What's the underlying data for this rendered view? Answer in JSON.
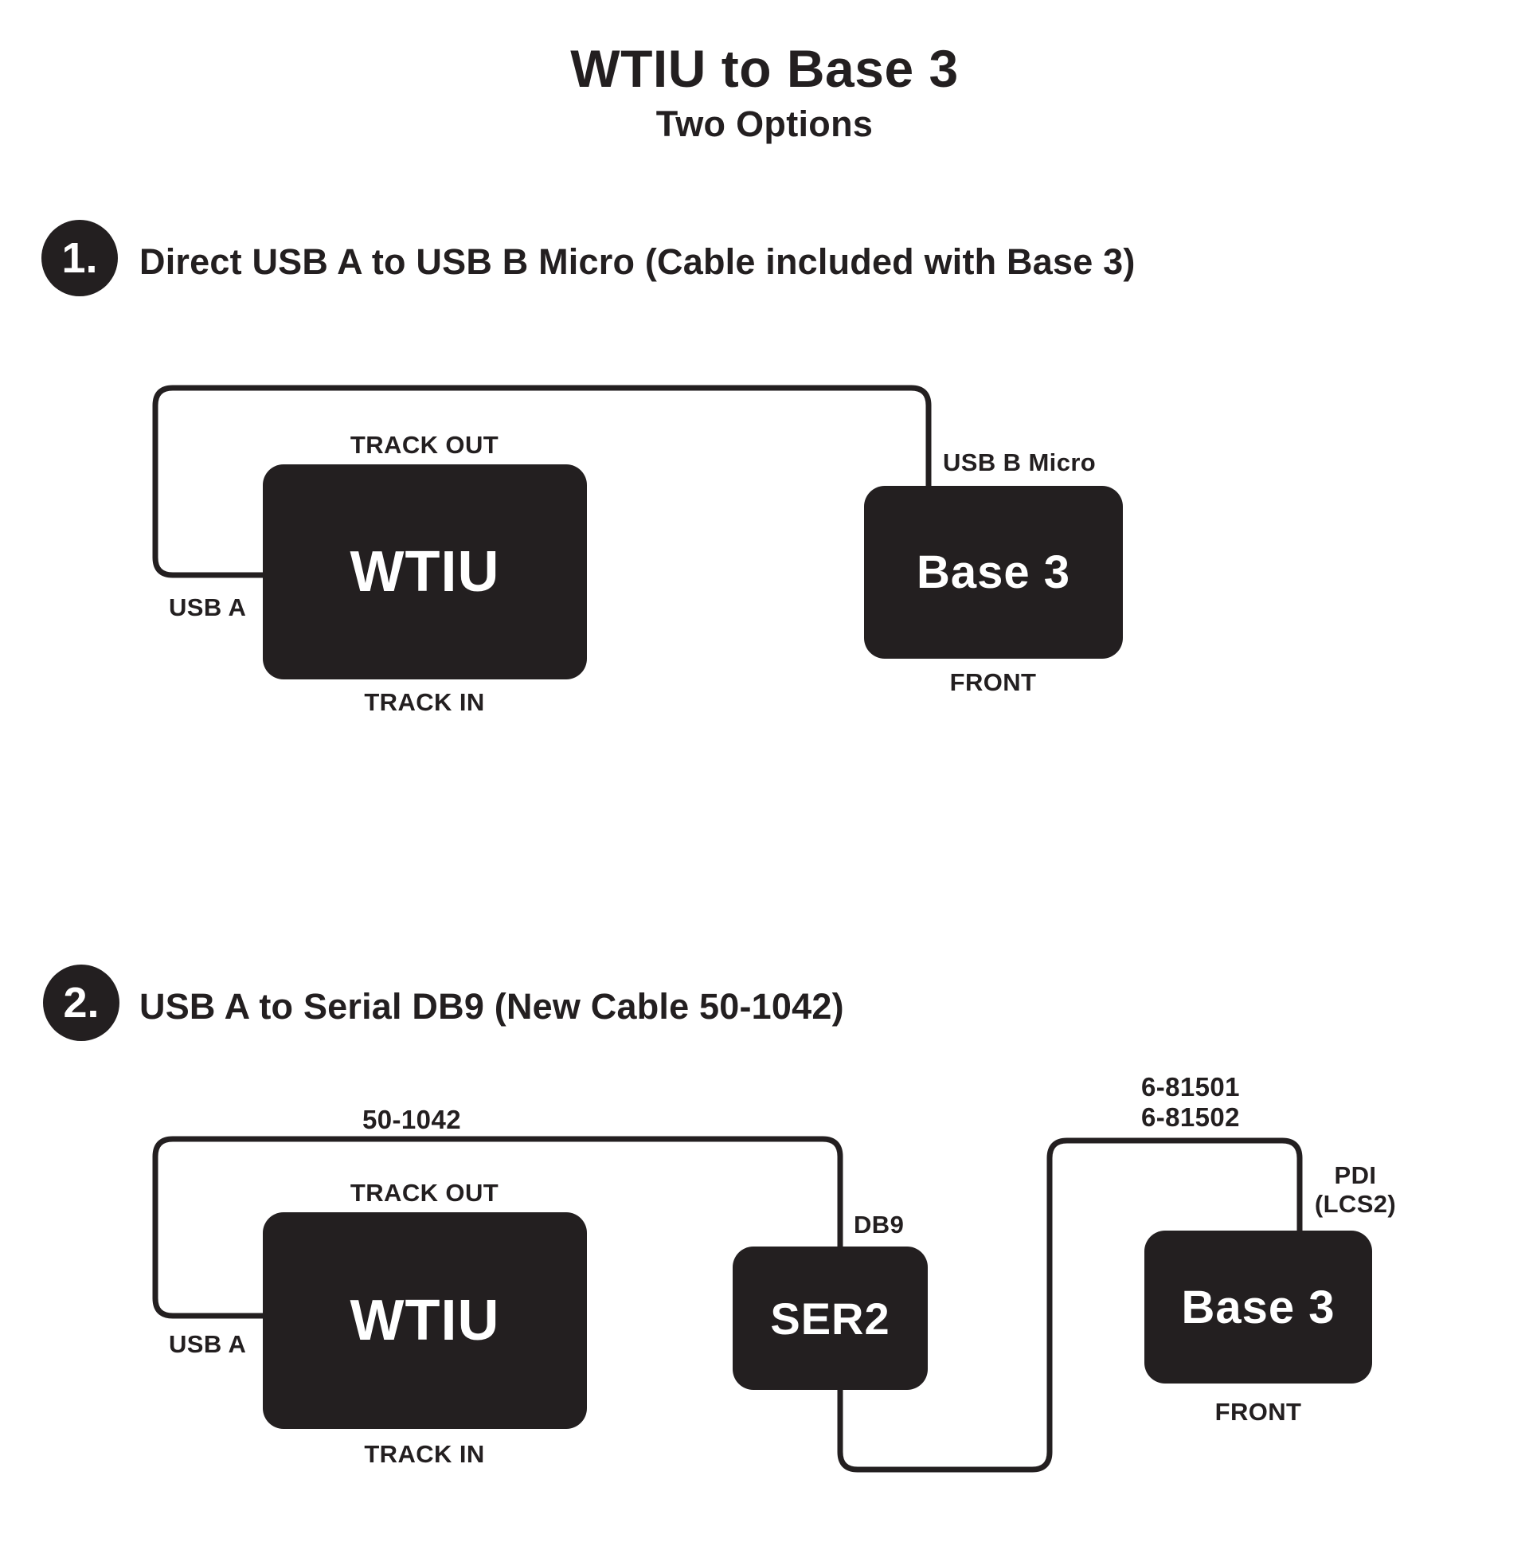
{
  "page": {
    "title": "WTIU to Base 3",
    "subtitle": "Two Options",
    "ink": "#231f20"
  },
  "options": [
    {
      "number": "1.",
      "heading": "Direct USB A to USB B Micro (Cable included with Base 3)"
    },
    {
      "number": "2.",
      "heading": "USB A to Serial DB9 (New Cable 50-1042)"
    }
  ],
  "diagram1": {
    "wtiu": {
      "name": "WTIU",
      "top_port": "TRACK OUT",
      "bottom_port": "TRACK IN",
      "left_port": "USB A"
    },
    "base3": {
      "name": "Base 3",
      "port": "USB B Micro",
      "caption": "FRONT"
    }
  },
  "diagram2": {
    "cable1_label": "50-1042",
    "wtiu": {
      "name": "WTIU",
      "top_port": "TRACK OUT",
      "bottom_port": "TRACK IN",
      "left_port": "USB A"
    },
    "ser2": {
      "name": "SER2",
      "port": "DB9"
    },
    "cable2_labels": {
      "line1": "6-81501",
      "line2": "6-81502"
    },
    "base3": {
      "name": "Base 3",
      "port_line1": "PDI",
      "port_line2": "(LCS2)",
      "caption": "FRONT"
    }
  }
}
